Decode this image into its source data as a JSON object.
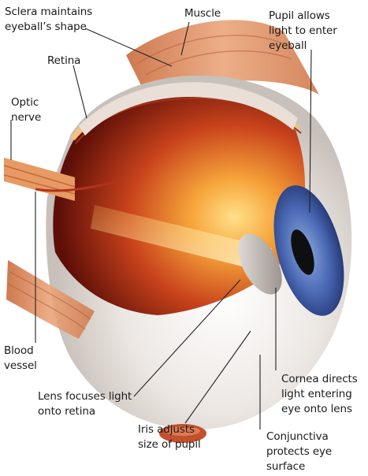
{
  "labels": {
    "sclera": "Sclera maintains\neyeball’s shape",
    "muscle": "Muscle",
    "pupil": "Pupil allows\nlight to enter\neyeball",
    "retina": "Retina",
    "optic_nerve": "Optic\nnerve",
    "blood_vessel": "Blood\nvessel",
    "lens": "Lens focuses light\nonto retina",
    "cornea": "Cornea directs\nlight entering\neye onto lens",
    "iris": "Iris adjusts\nsize of pupil",
    "conjunctiva": "Conjunctiva\nprotects eye\nsurface"
  },
  "colors": {
    "sclera": "#e8e2de",
    "muscle": "#d98a5a",
    "retina_inner": "#f0a040",
    "choroid": "#9a1e12",
    "iris": "#3f5fa8",
    "pupil": "#151515",
    "lens": "#c9c2bc",
    "leader_line": "#222222"
  }
}
